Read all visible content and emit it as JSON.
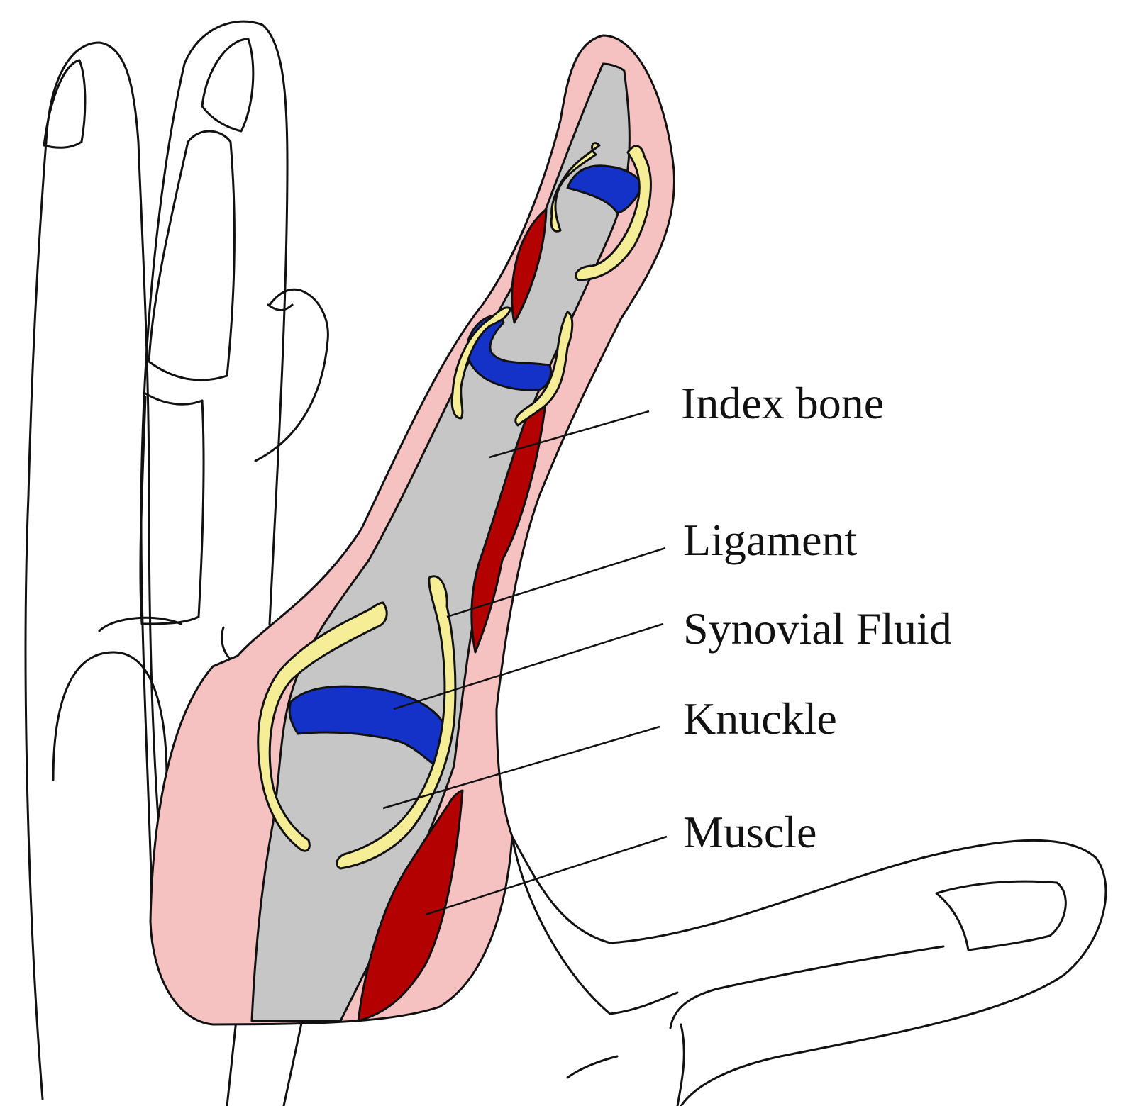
{
  "colors": {
    "skin": "#f6c1c1",
    "bone": "#c6c6c6",
    "cartilage": "#1432c8",
    "fluid": "#f5ee96",
    "muscle": "#b30000",
    "outline": "#111111"
  },
  "labels": {
    "index_bone": "Index bone",
    "ligament": "Ligament",
    "synovial_fluid": "Synovial Fluid",
    "knuckle": "Knuckle",
    "muscle": "Muscle"
  }
}
